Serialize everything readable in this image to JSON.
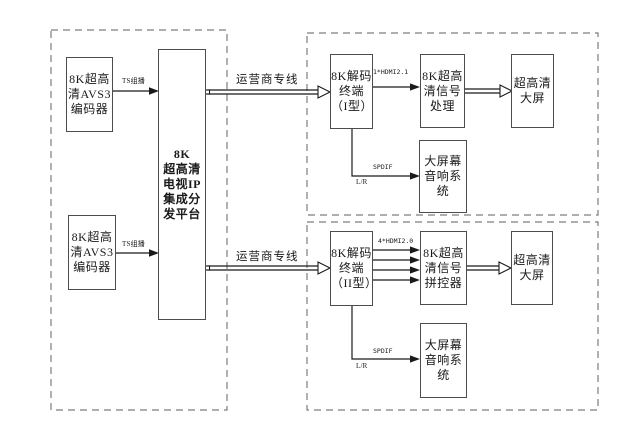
{
  "diagram": {
    "boxes": {
      "encoder_top": {
        "label": "8K超高\n清AVS3\n编码器"
      },
      "encoder_bottom": {
        "label": "8K超高\n清AVS3\n编码器"
      },
      "platform": {
        "label": "8K\n超高清\n电视IP\n集成分\n发平台"
      },
      "decoder1": {
        "label": "8K解码\n终端\n（I型）"
      },
      "decoder2": {
        "label": "8K解码\n终端\n（II型）"
      },
      "processor": {
        "label": "8K超高\n清信号\n处理"
      },
      "splicer": {
        "label": "8K超高\n清信号\n拼控器"
      },
      "screen_top": {
        "label": "超高清\n大屏"
      },
      "screen_bottom": {
        "label": "超高清\n大屏"
      },
      "audio_top": {
        "label": "大屏幕\n音响系\n统"
      },
      "audio_bottom": {
        "label": "大屏幕\n音响系\n统"
      }
    },
    "links": {
      "ts_top": "TS组播",
      "ts_bottom": "TS组播",
      "carrier_top": "运营商专线",
      "carrier_bottom": "运营商专线",
      "hdmi_top": "1*HDMI2.1",
      "hdmi_bottom": "4*HDMI2.0",
      "spdif_top": "SPDIF",
      "spdif_bottom": "SPDIF",
      "lr_top": "L/R",
      "lr_bottom": "L/R"
    },
    "colors": {
      "line": "#1a1a1a",
      "box_border": "#4c4c4c",
      "dash_border": "#7d7d7d",
      "background": "#ffffff"
    }
  }
}
